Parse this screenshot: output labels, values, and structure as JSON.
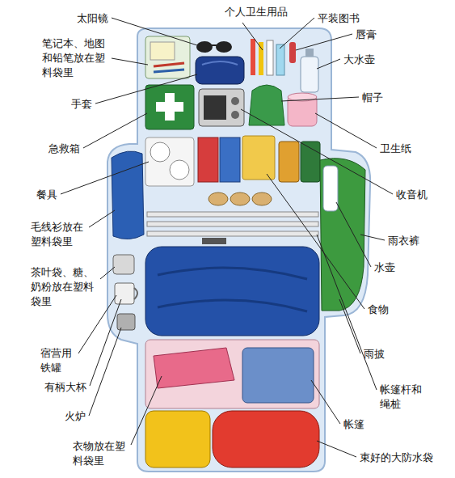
{
  "diagram": {
    "labels": [
      "太阳镜",
      "笔记本、地图和铅笔放在塑料袋里",
      "手套",
      "急救箱",
      "餐具",
      "毛线衫放在塑料袋里",
      "茶叶袋、糖、奶粉放在塑料袋里",
      "宿营用铁罐",
      "有柄大杯",
      "火炉",
      "衣物放在塑料袋里",
      "个人卫生用品",
      "平装图书",
      "唇膏",
      "大水壶",
      "帽子",
      "卫生纸",
      "收音机",
      "雨衣裤",
      "水壶",
      "食物",
      "雨披",
      "帐篷杆和绳桩",
      "帐篷",
      "束好的大防水袋"
    ]
  }
}
